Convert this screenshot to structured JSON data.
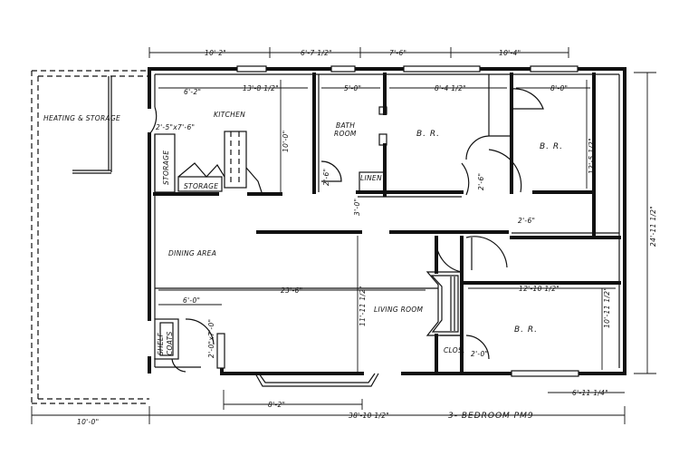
{
  "rooms": {
    "heating_storage": "HEATING & STORAGE",
    "kitchen": "KITCHEN",
    "bath": "BATH",
    "room": "ROOM",
    "br1": "B. R.",
    "br2": "B. R.",
    "br3": "B. R.",
    "dining": "DINING AREA",
    "living": "LIVING ROOM",
    "storage_v": "STORAGE",
    "storage_h": "STORAGE",
    "linen": "LINEN",
    "shelf": "SHELF",
    "coats": "COATS",
    "clos": "CLOS."
  },
  "dimensions": {
    "top_1": "10' 2\"",
    "top_2": "6'-7 1/2\"",
    "top_3": "7'-6\"",
    "top_4": "10'-4\"",
    "kitchen_w1": "6'-2\"",
    "kitchen_w2": "13'-8 1/2\"",
    "bath_w": "5'-0\"",
    "br1_w": "8'-4 1/2\"",
    "br2_w": "8'-0\"",
    "kitchen_h": "10'-0\"",
    "br2_h": "12'-5 1/2\"",
    "total_h": "24'-11 1/2\"",
    "small_1": "2'-5\"x7'-6\"",
    "hall_1": "2'-6\"",
    "hall_2": "2'-6\"",
    "hall_3": "2'-6\"",
    "hall_4": "3'-0\"",
    "dining_w": "23'-6\"",
    "br3_w": "12'-10 1/2\"",
    "living_h": "11'-11 1/2\"",
    "br3_h": "10'-11 1/2\"",
    "coats_w": "6'-0\"",
    "coat_2": "2'-0\"x7'-0\"",
    "clos_w": "2'-0\"",
    "bottom_1": "8'-2\"",
    "bottom_br": "6'-11 1/4\"",
    "total_w": "38'-10 1/2\"",
    "porch_w": "10'-0\""
  },
  "title": "3- BEDROOM PM9"
}
